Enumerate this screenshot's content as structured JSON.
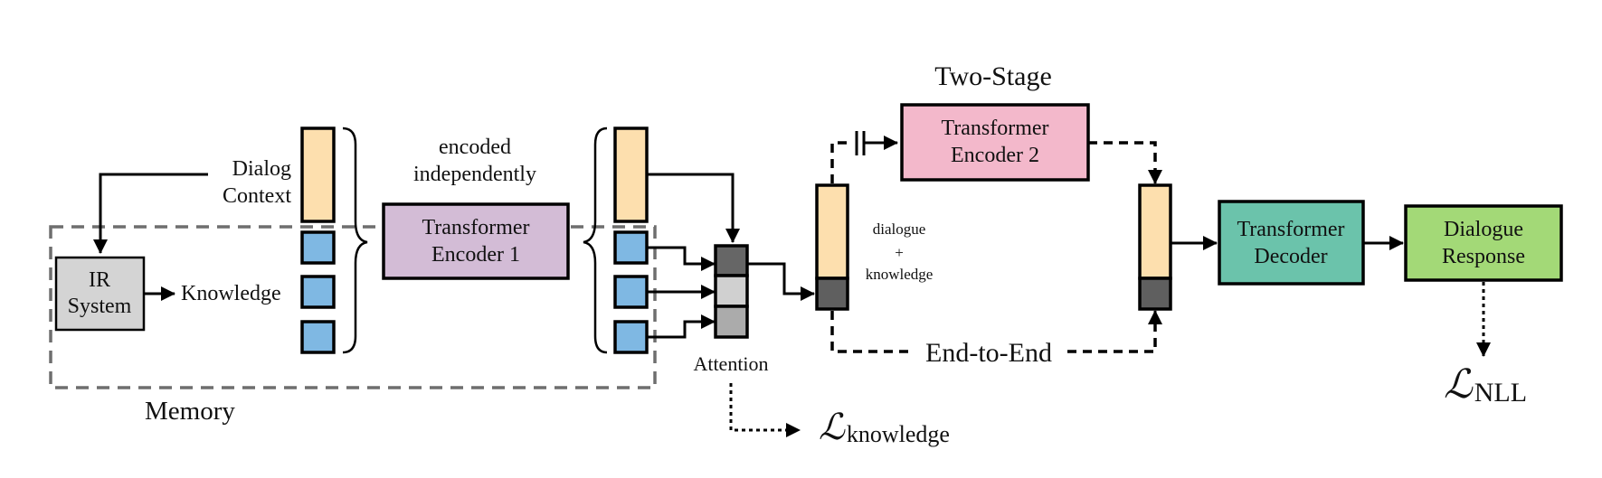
{
  "labels": {
    "dialog_context_line1": "Dialog",
    "dialog_context_line2": "Context",
    "knowledge": "Knowledge",
    "ir_system_line1": "IR",
    "ir_system_line2": "System",
    "memory": "Memory",
    "encoded_line1": "encoded",
    "encoded_line2": "independently",
    "encoder1_line1": "Transformer",
    "encoder1_line2": "Encoder 1",
    "attention": "Attention",
    "loss_knowledge_symbol": "ℒ",
    "loss_knowledge_sub": "knowledge",
    "dk_line1": "dialogue",
    "dk_line2": "+",
    "dk_line3": "knowledge",
    "two_stage": "Two-Stage",
    "encoder2_line1": "Transformer",
    "encoder2_line2": "Encoder 2",
    "end_to_end": "End-to-End",
    "decoder_line1": "Transformer",
    "decoder_line2": "Decoder",
    "response_line1": "Dialogue",
    "response_line2": "Response",
    "loss_nll_symbol": "ℒ",
    "loss_nll_sub": "NLL"
  },
  "colors": {
    "dialog_vector": "#FDDFAE",
    "knowledge_vector": "#7FB8E3",
    "ir_system": "#D4D4D4",
    "encoder1": "#D3BCD6",
    "encoder2": "#F3B8CB",
    "decoder": "#6BC3AB",
    "response": "#A3D977",
    "attention_top": "#666666",
    "attention_mid": "#D0D0D0",
    "attention_bot": "#ABABAB",
    "knowledge_slot": "#5F5F5F",
    "memory_border": "#6E6E6E",
    "memory_text": "#777777"
  }
}
